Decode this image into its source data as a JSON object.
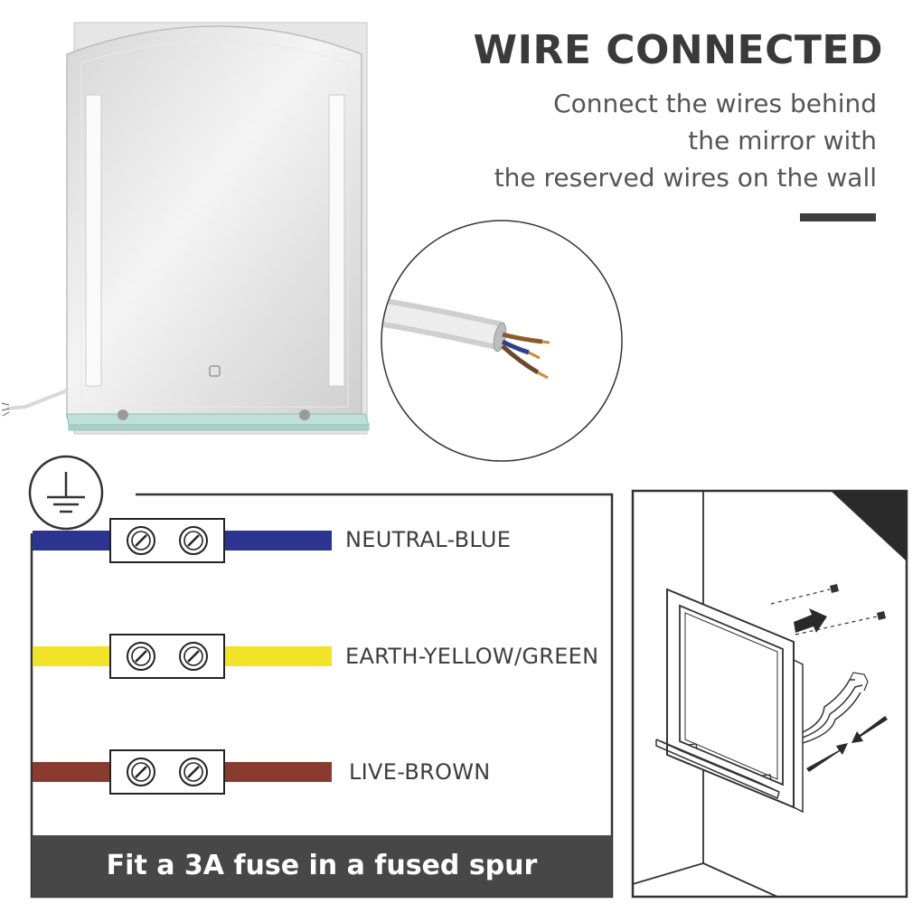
{
  "header": {
    "title": "WIRE CONNECTED",
    "description_lines": [
      "Connect the wires behind",
      "the mirror with",
      "the reserved wires on the wall"
    ]
  },
  "wiring": {
    "wires": [
      {
        "label": "NEUTRAL-BLUE",
        "color": "#2b3591"
      },
      {
        "label": "EARTH-YELLOW/GREEN",
        "color": "#f2e228"
      },
      {
        "label": "LIVE-BROWN",
        "color": "#8b3a30"
      }
    ],
    "fuse_note": "Fit a 3A fuse in a fused spur"
  },
  "icons": {
    "earth": "earth-ground-icon",
    "terminal_screw": "terminal-screw-icon",
    "arrow": "arrow-icon"
  },
  "colors": {
    "heading": "#3a3a3a",
    "accent_bar": "#3f3f3f",
    "banner": "#474747"
  }
}
